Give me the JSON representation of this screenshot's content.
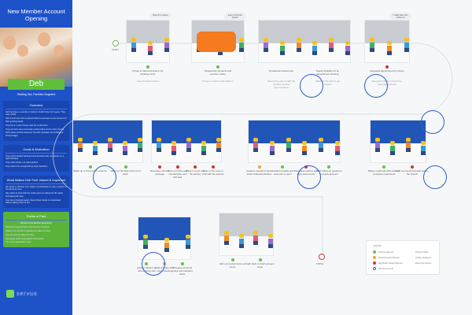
{
  "sidebar": {
    "title": "New Member Account Opening",
    "persona": "Deb",
    "segment": "Starting Out, Families Segment",
    "overview": {
      "heading": "Overview",
      "items": [
        "Deb has been a member of Jenny's Credit Union for 3 years. They have 2 kids.",
        "Deb & Josh are both employed full-time and want a new account for their growing family.",
        "They live in a town house near the credit union.",
        "They are tech savvy and bank mostly online and on their phones.",
        "Deb's plans include saving for the kids' education and building a family budget."
      ]
    },
    "goals": {
      "heading": "Goals & Motivation",
      "items": [
        "They prefer flexible banking hours because they are always on a tight schedule.",
        "They want advice, not sales pitches.",
        "They want to be recognized as loyal members."
      ]
    },
    "valued": {
      "heading": "What Makes Deb Feel Valued & Important",
      "items": [
        "Her family is Number One. Make it comfortable for every member of her family at once.",
        "She wants to know that the credit union is making her life easier and saving her time.",
        "Give her a financial expert. Keep things simple to understand without talking down to her."
      ]
    },
    "pain": {
      "heading": "Points of Pain",
      "subheading": "Barriers to the Member Experience",
      "items": [
        "Booking an appointment must be done by phone",
        "Waiting from arrival to appointment takes too long",
        "Account opening takes too long",
        "Occupying active young kids in the branch",
        "Too much paperwork to sign"
      ]
    },
    "logo_text": "servus"
  },
  "journey": {
    "start": "START",
    "end": "FINISH",
    "row1": [
      {
        "cap": "Drives to bank and learns her banking hours",
        "sub": "Sees branch location",
        "thought": "Branch is closed",
        "dot": "g"
      },
      {
        "cap": "Researches products and services online",
        "sub": "Drives to branch and walks in",
        "thought": "Easy to find the branch",
        "dot": "g"
      },
      {
        "cap": "Greeted and welcomed",
        "sub": "Discusses options with the member service representative",
        "thought": "",
        "dot": ""
      },
      {
        "cap": "Needs flexibility for an appointment booking",
        "sub": "Waits for the kids to get settled",
        "thought": "",
        "dot": ""
      },
      {
        "cap": "Requests appointment by phone",
        "sub": "Receives call from branch to book appointment",
        "thought": "I really hope this works out",
        "dot": "r"
      }
    ],
    "row2": [
      {
        "cap": "Walks up to the branch entrance",
        "dot": "g"
      },
      {
        "cap": "Waits for the kids at the front desk",
        "dot": "g"
      },
      {
        "cap": "Receives member package",
        "dot": "r"
      },
      {
        "cap": "Sets up online and membership card with kids",
        "dot": "r"
      },
      {
        "cap": "Waits to meet with the advisor",
        "dot": "r"
      },
      {
        "cap": "Goes to the area to chat with the advisor",
        "dot": "r"
      },
      {
        "cap": "Answers questions about Deb's financial situation",
        "dot": "o"
      },
      {
        "cap": "Confirms details and accounts to open",
        "dot": "g"
      },
      {
        "cap": "Discusses options and signs documents",
        "dot": "r"
      },
      {
        "cap": "Asks follow-up questions and gets answers",
        "dot": "g"
      },
      {
        "cap": "Makes small talk while advisor completes paperwork",
        "dot": "g"
      },
      {
        "cap": "Kids are bored and Deb leaves the branch",
        "dot": "r"
      }
    ],
    "row3": [
      {
        "cap": "Advisor follows up with a phone call",
        "dot": "g"
      },
      {
        "cap": "Calls for help with online banking",
        "dot": "o"
      },
      {
        "cap": "Changes accounts online and transfers funds",
        "dot": "g"
      },
      {
        "cap": "Fills out product forms at home",
        "dot": "g"
      },
      {
        "cap": "Calls back to finish account setup",
        "dot": "g"
      }
    ]
  },
  "legend": {
    "title": "LEGEND",
    "items": [
      {
        "label": "Positive Moment",
        "color": "#6bbf4a"
      },
      {
        "label": "Neutral Impact Moment",
        "color": "#f0a833"
      },
      {
        "label": "Significant Impact Moment",
        "color": "#d3333a"
      },
      {
        "label": "Moment of Truth",
        "color": "#2f5fc8"
      }
    ],
    "right": [
      "Process Mode",
      "Activity Sequence",
      "Recurring Actions"
    ]
  }
}
